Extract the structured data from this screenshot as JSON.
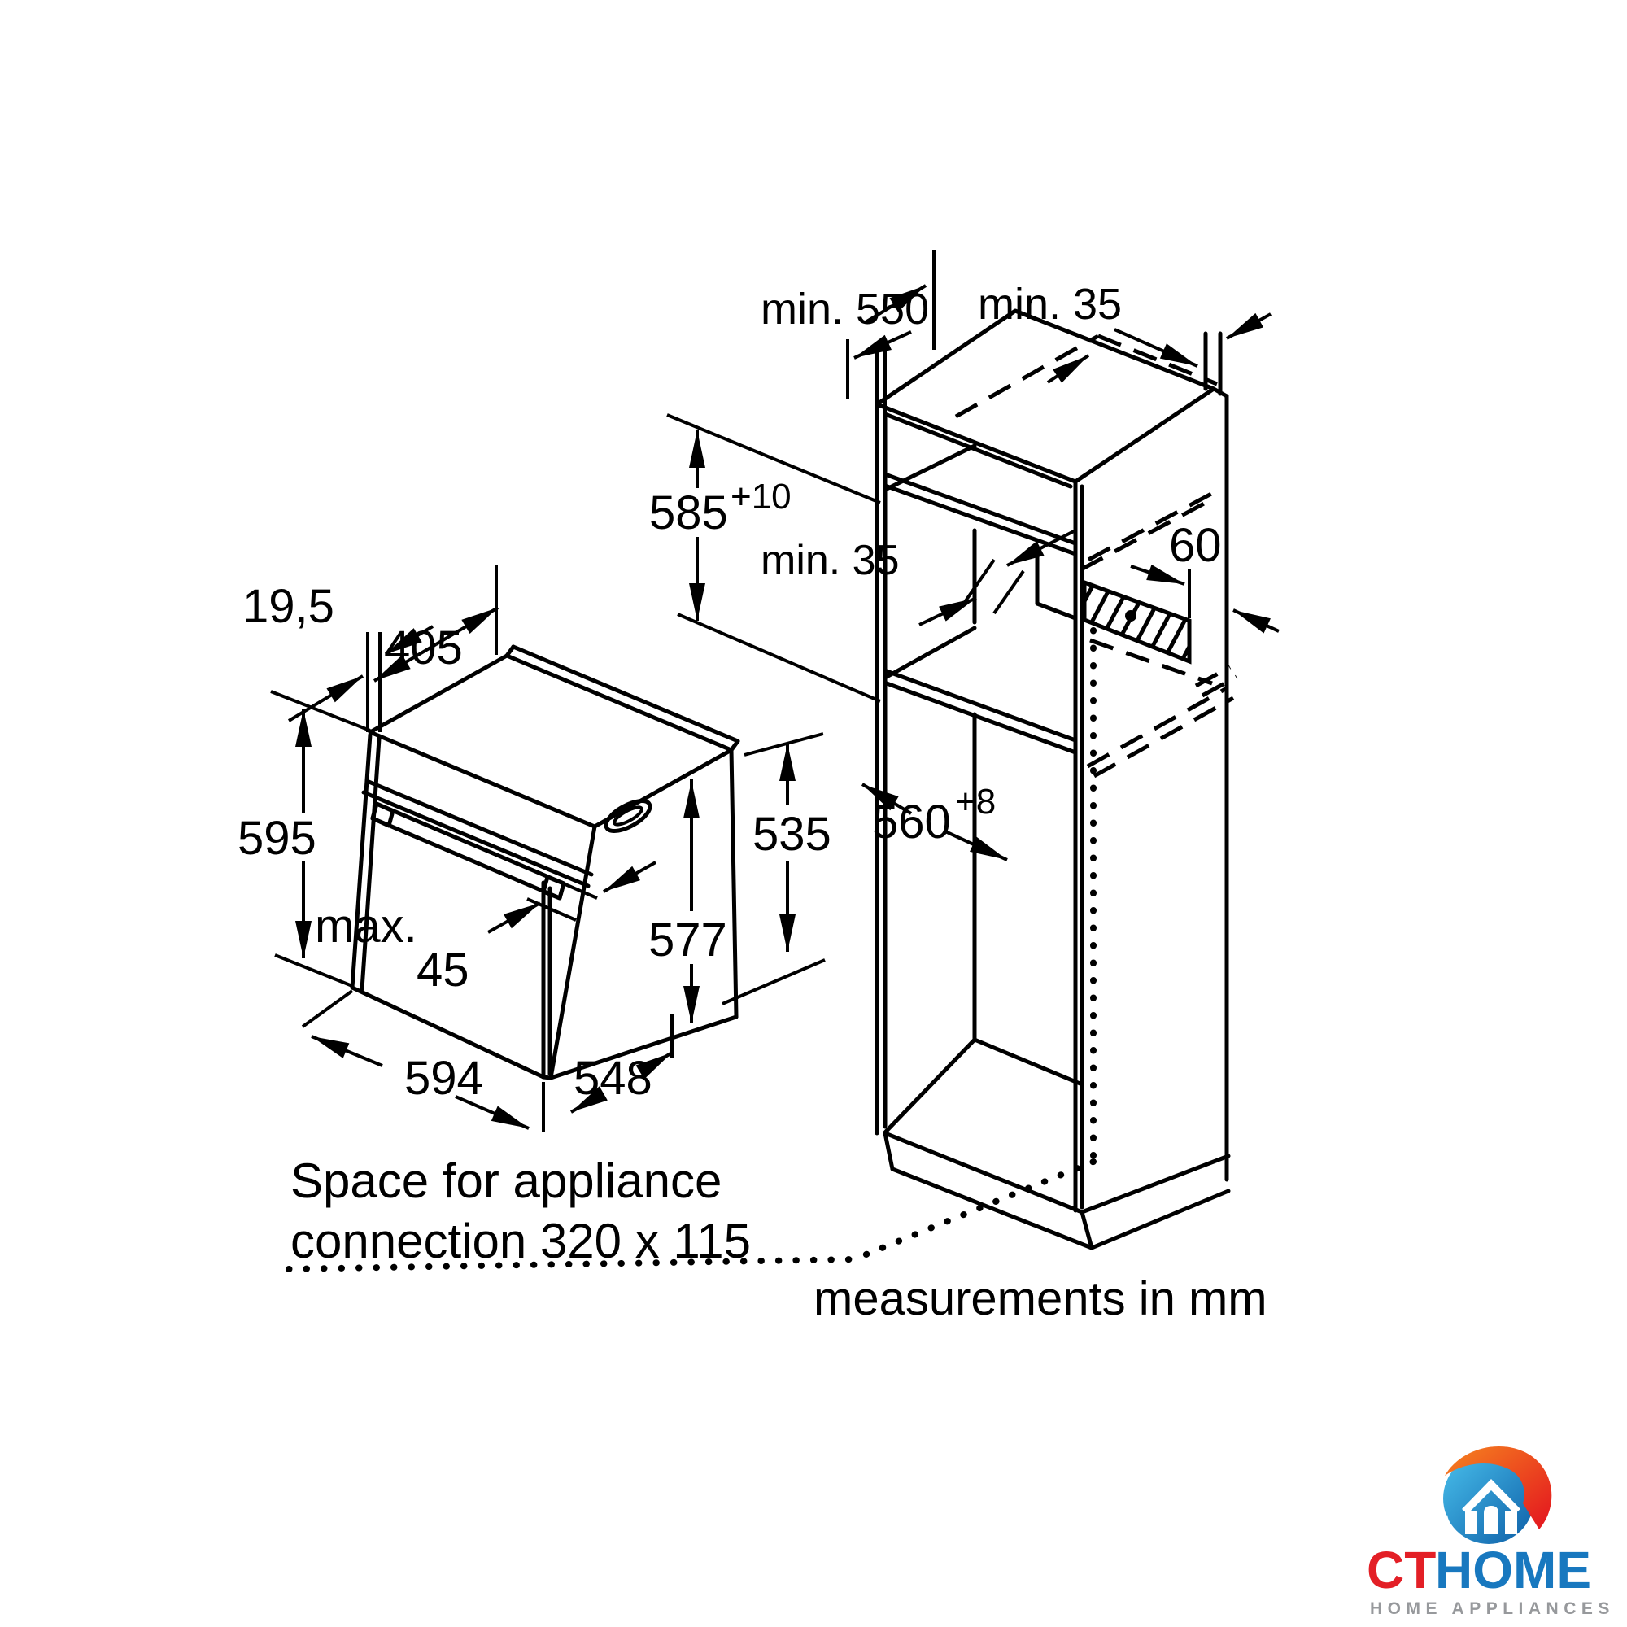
{
  "dimensions": {
    "min_550": "min. 550",
    "min_35_top": "min. 35",
    "niche_height": "585",
    "niche_height_tol": "+10",
    "min_35_mid": "min. 35",
    "vent_width": "60",
    "front_lip": "19,5",
    "top_depth": "405",
    "oven_height": "595",
    "handle_max_word": "max.",
    "handle_max_value": "45",
    "body_height": "577",
    "side_height": "535",
    "oven_width": "594",
    "body_depth": "548",
    "niche_depth": "560",
    "niche_depth_tol": "+8"
  },
  "notes": {
    "space_line1": "Space for appliance",
    "space_line2": "connection 320 x 115",
    "units": "measurements in mm"
  },
  "logo": {
    "brand_prefix": "CT",
    "brand_suffix": "HOME",
    "tagline": "HOME APPLIANCES"
  },
  "colors": {
    "line": "#000000",
    "background": "#ffffff",
    "logo_red": "#e31f26",
    "logo_blue": "#1878bf",
    "logo_orange": "#f6851f",
    "logo_gray": "#97999c"
  }
}
